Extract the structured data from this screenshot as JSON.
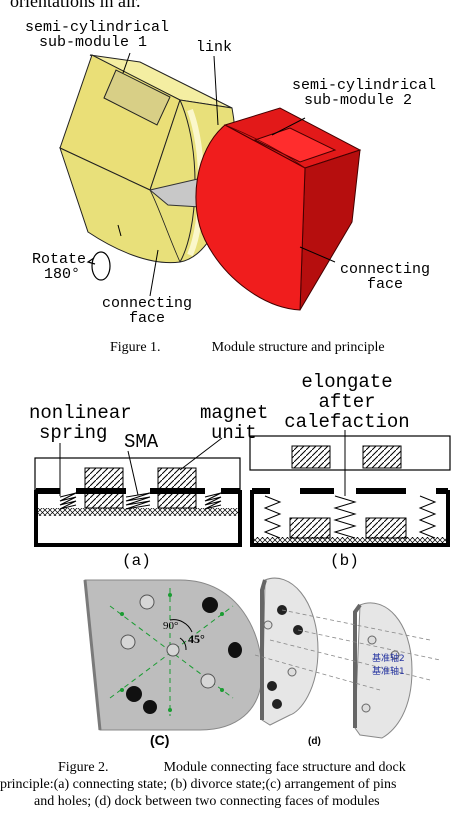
{
  "top_text": "orientations in air.",
  "fig1": {
    "label_sub1": [
      "semi-cylindrical",
      "sub-module 1"
    ],
    "label_link": "link",
    "label_sub2": [
      "semi-cylindrical",
      "sub-module 2"
    ],
    "label_rotate": [
      "Rotate",
      "180°"
    ],
    "label_face_left": [
      "connecting",
      "face"
    ],
    "label_face_right": [
      "connecting",
      "face"
    ],
    "caption_number": "Figure 1.",
    "caption_text": "Module structure and principle"
  },
  "fig2": {
    "label_spring": [
      "nonlinear",
      "spring"
    ],
    "label_sma": "SMA",
    "label_magnet": [
      "magnet",
      "unit"
    ],
    "label_elongate": [
      "elongate",
      "after",
      "calefaction"
    ],
    "sub_a": "(a)",
    "sub_b": "(b)",
    "sub_c": "(C)",
    "sub_d": "(d)",
    "angle_90": "90°",
    "angle_45": "45°",
    "axis_2": "基准轴2",
    "axis_1": "基准轴1",
    "caption_number": "Figure 2.",
    "caption_text": "Module connecting face structure and dock",
    "caption_line2": "principle:(a) connecting state; (b) divorce state;(c) arrangement of pins",
    "caption_line3": "and holes; (d) dock between two connecting faces of modules"
  }
}
